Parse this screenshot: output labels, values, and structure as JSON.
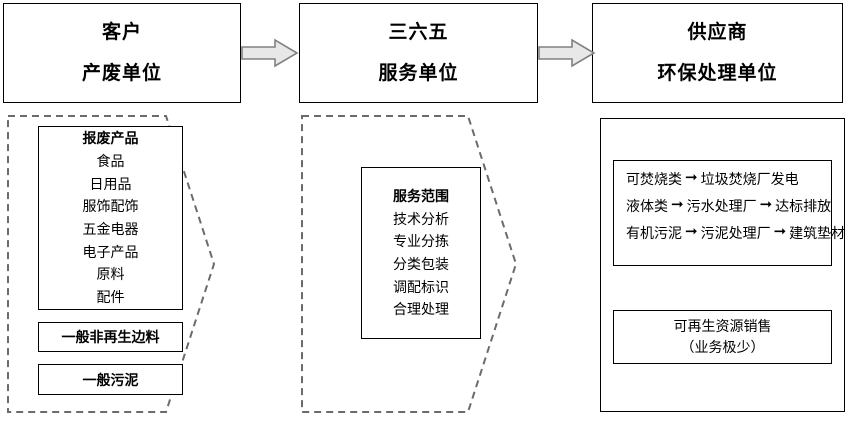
{
  "actors": [
    {
      "name": "customer",
      "line1": "客户",
      "line2": "产废单位"
    },
    {
      "name": "service",
      "line1": "三六五",
      "line2": "服务单位"
    },
    {
      "name": "supplier",
      "line1": "供应商",
      "line2": "环保处理单位"
    }
  ],
  "arrows": {
    "first_label": "flow-arrow-customer-to-service",
    "second_label": "flow-arrow-service-to-supplier",
    "fill": "#e8e8e8",
    "stroke": "#808080"
  },
  "customer_section": {
    "scrap": {
      "title": "报废产品",
      "items": [
        "食品",
        "日用品",
        "服饰配饰",
        "五金电器",
        "电子产品",
        "原料",
        "配件"
      ]
    },
    "non_recyclable": "一般非再生边料",
    "sludge": "一般污泥"
  },
  "service_section": {
    "scope": {
      "title": "服务范围",
      "items": [
        "技术分析",
        "专业分拣",
        "分类包装",
        "调配标识",
        "合理处理"
      ]
    }
  },
  "supplier_section": {
    "disposal_flows": [
      {
        "source": "可焚烧类",
        "mid": "垃圾焚烧厂发电",
        "end": ""
      },
      {
        "source": "液体类",
        "mid": "污水处理厂",
        "end": "达标排放"
      },
      {
        "source": "有机污泥",
        "mid": "污泥处理厂",
        "end": "建筑垫材"
      }
    ],
    "arrow_glyph": "➞",
    "resale": {
      "line1": "可再生资源销售",
      "line2": "（业务极少）"
    }
  },
  "colors": {
    "background": "#ffffff",
    "line": "#000000",
    "dashed_line": "#6b6b6b",
    "arrow_fill": "#e8e8e8",
    "arrow_stroke": "#808080"
  }
}
